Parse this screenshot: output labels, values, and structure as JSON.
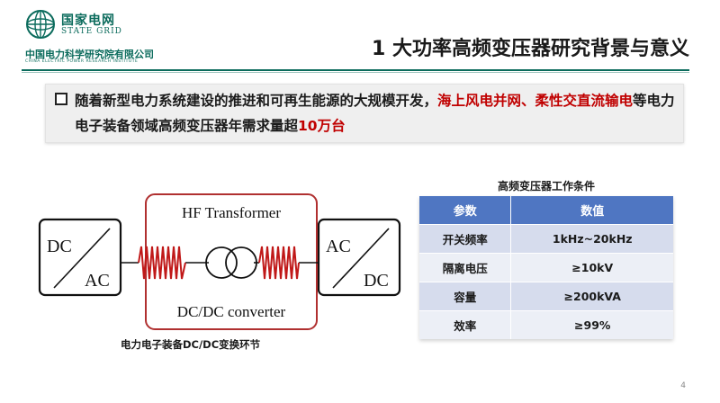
{
  "header": {
    "logo_cn": "国家电网",
    "logo_en": "STATE GRID",
    "org_cn": "中国电力科学研究院有限公司",
    "org_en": "CHINA ELECTRIC POWER RESEARCH INSTITUTE",
    "title": "1 大功率高频变压器研究背景与意义"
  },
  "bullet": {
    "part1": "随着新型电力系统建设的推进和可再生能源的大规模开发，",
    "highlight1": "海上风电并网、柔性交直流输电",
    "part2": "等电力电子装备领域高频变压器年需求量超",
    "highlight2": "10万台"
  },
  "diagram": {
    "left_box_top": "DC",
    "left_box_bottom": "AC",
    "right_box_top": "AC",
    "right_box_bottom": "DC",
    "center_top": "HF Transformer",
    "center_bottom": "DC/DC converter",
    "caption": "电力电子装备DC/DC变换环节"
  },
  "table": {
    "title": "高频变压器工作条件",
    "headers": [
      "参数",
      "数值"
    ],
    "rows": [
      [
        "开关频率",
        "1kHz~20kHz"
      ],
      [
        "隔离电压",
        "≥10kV"
      ],
      [
        "容量",
        "≥200kVA"
      ],
      [
        "效率",
        "≥99%"
      ]
    ]
  },
  "page_number": "4",
  "colors": {
    "brand": "#0b6b5c",
    "highlight_red": "#c00000",
    "table_header": "#4f76c2",
    "frame_red": "#b03030"
  }
}
